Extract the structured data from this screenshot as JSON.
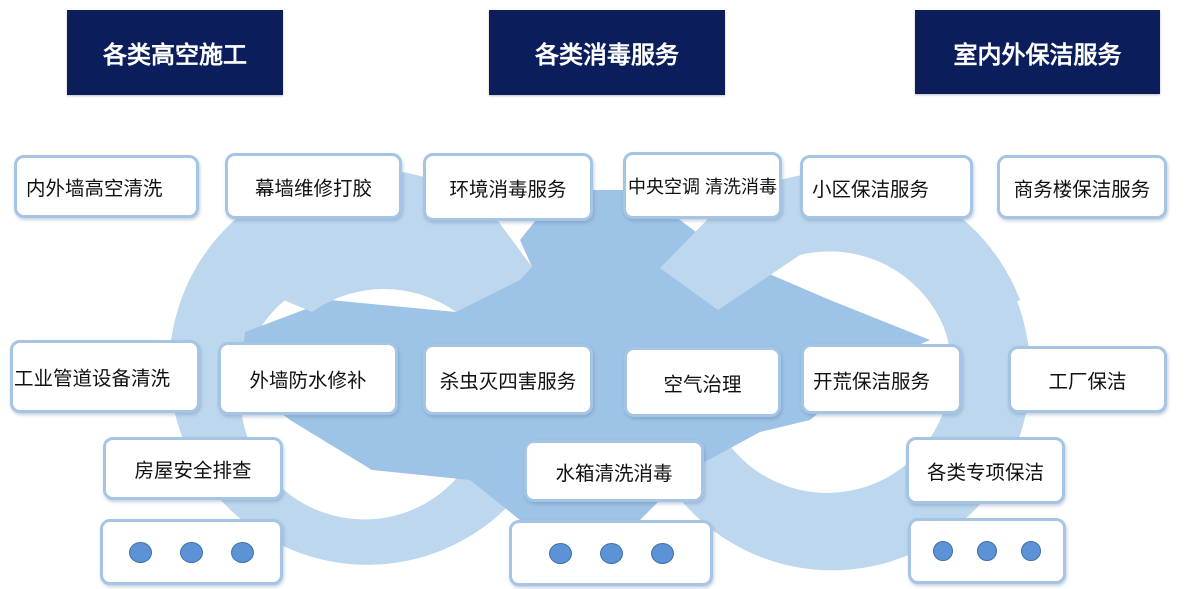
{
  "headers": [
    {
      "id": "aerial",
      "label": "各类高空施工"
    },
    {
      "id": "disinfection",
      "label": "各类消毒服务"
    },
    {
      "id": "cleaning",
      "label": "室内外保洁服务"
    }
  ],
  "aerial_items": [
    "内外墙高空清洗",
    "幕墙维修打胶",
    "工业管道设备清洗",
    "外墙防水修补",
    "房屋安全排查"
  ],
  "disinfection_items": [
    "环境消毒服务",
    "中央空调 清洗消毒",
    "杀虫灭四害服务",
    "空气治理",
    "水箱清洗消毒"
  ],
  "cleaning_items": [
    "小区保洁服务",
    "商务楼保洁服务",
    "开荒保洁服务",
    "工厂保洁",
    "各类专项保洁"
  ],
  "colors": {
    "header_bg": "#0b1e5b",
    "ring_light": "#bdd7ee",
    "ring_mid": "#9dc3e6",
    "box_border": "#a6c4e4",
    "dot": "#5b93d6"
  }
}
